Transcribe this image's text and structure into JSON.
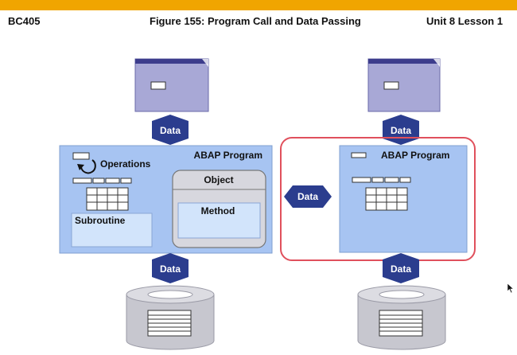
{
  "header": {
    "left": "BC405",
    "center": "Figure 155: Program Call and Data Passing",
    "right": "Unit 8 Lesson 1"
  },
  "diagram": {
    "data_label": "Data",
    "program_title": "ABAP Program",
    "operations": "Operations",
    "subroutine": "Subroutine",
    "object": "Object",
    "method": "Method"
  },
  "colors": {
    "accent_bar": "#f0a500",
    "screen_fill": "#a8a8d6",
    "program_fill": "#a7c4f2",
    "arrow_fill": "#2b3d8e",
    "highlight_border": "#e0505c"
  },
  "icons": [
    "screen-icon",
    "database-icon",
    "loop-arrow-icon",
    "mouse-cursor-icon"
  ]
}
